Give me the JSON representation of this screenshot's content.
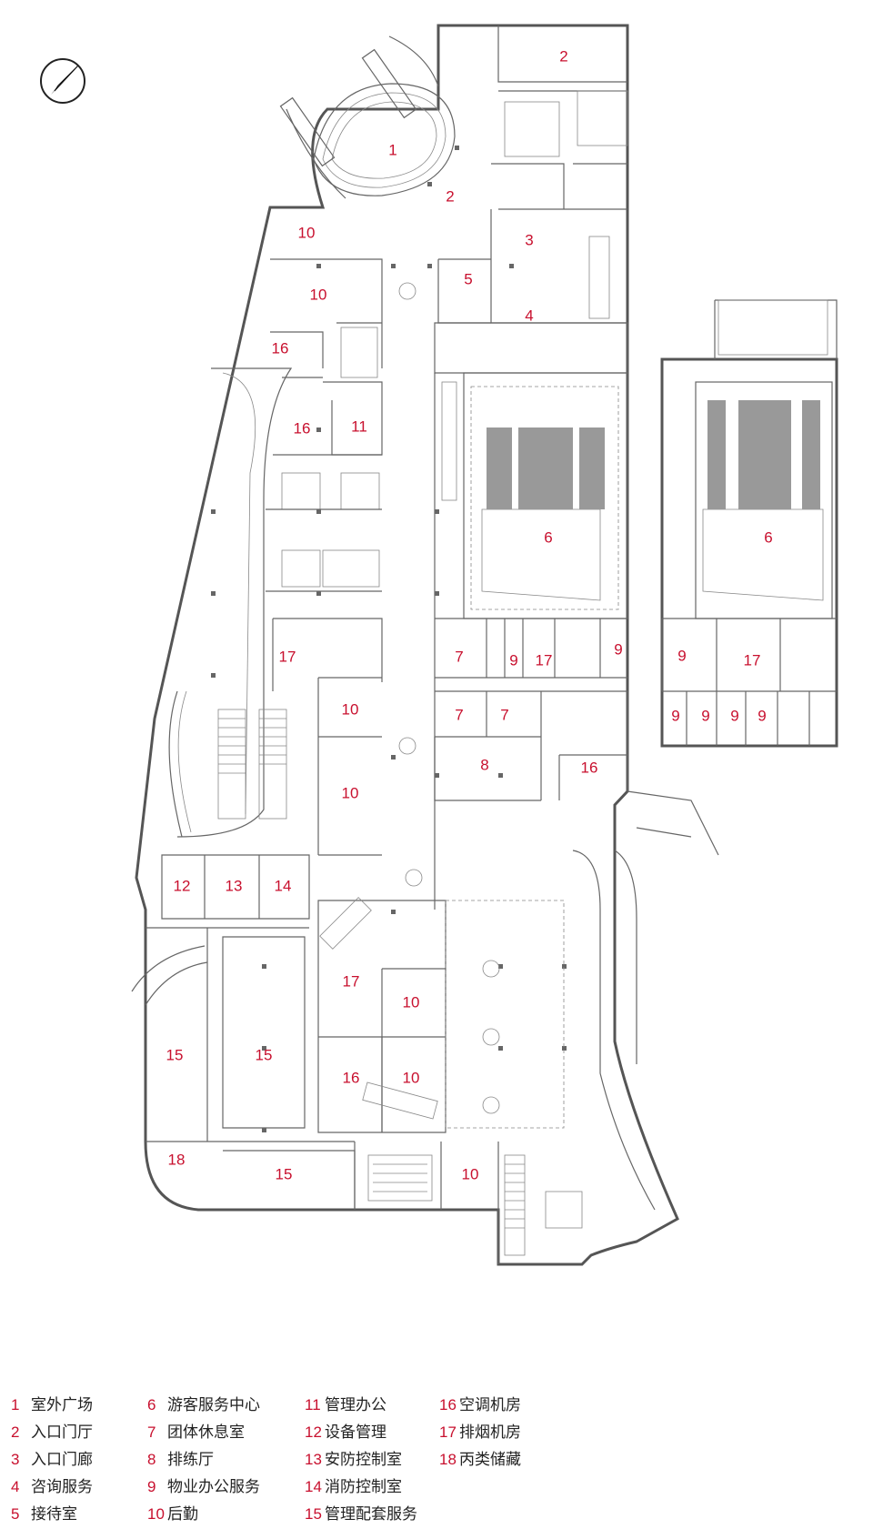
{
  "labels": {
    "r1": "1",
    "r2a": "2",
    "r2b": "2",
    "r3": "3",
    "r4": "4",
    "r5": "5",
    "r6a": "6",
    "r6b": "6",
    "r7a": "7",
    "r7b": "7",
    "r7c": "7",
    "r8": "8",
    "r9a": "9",
    "r9b": "9",
    "r9c": "9",
    "r9d": "9",
    "r9e": "9",
    "r9f": "9",
    "r9g": "9",
    "r10a": "10",
    "r10b": "10",
    "r10c": "10",
    "r10d": "10",
    "r10e": "10",
    "r10f": "10",
    "r10g": "10",
    "r11": "11",
    "r12": "12",
    "r13": "13",
    "r14": "14",
    "r15a": "15",
    "r15b": "15",
    "r15c": "15",
    "r16a": "16",
    "r16b": "16",
    "r16c": "16",
    "r16d": "16",
    "r17a": "17",
    "r17b": "17",
    "r17c": "17",
    "r17d": "17",
    "r18": "18"
  },
  "legend": [
    [
      {
        "num": "1",
        "text": "室外广场"
      },
      {
        "num": "2",
        "text": "入口门厅"
      },
      {
        "num": "3",
        "text": "入口门廊"
      },
      {
        "num": "4",
        "text": "咨询服务"
      },
      {
        "num": "5",
        "text": "接待室"
      }
    ],
    [
      {
        "num": "6",
        "text": "游客服务中心"
      },
      {
        "num": "7",
        "text": "团体休息室"
      },
      {
        "num": "8",
        "text": "排练厅"
      },
      {
        "num": "9",
        "text": "物业办公服务"
      },
      {
        "num": "10",
        "text": "后勤"
      }
    ],
    [
      {
        "num": "11",
        "text": "管理办公"
      },
      {
        "num": "12",
        "text": "设备管理"
      },
      {
        "num": "13",
        "text": "安防控制室"
      },
      {
        "num": "14",
        "text": "消防控制室"
      },
      {
        "num": "15",
        "text": "管理配套服务"
      }
    ],
    [
      {
        "num": "16",
        "text": "空调机房"
      },
      {
        "num": "17",
        "text": "排烟机房"
      },
      {
        "num": "18",
        "text": "丙类储藏"
      }
    ]
  ]
}
